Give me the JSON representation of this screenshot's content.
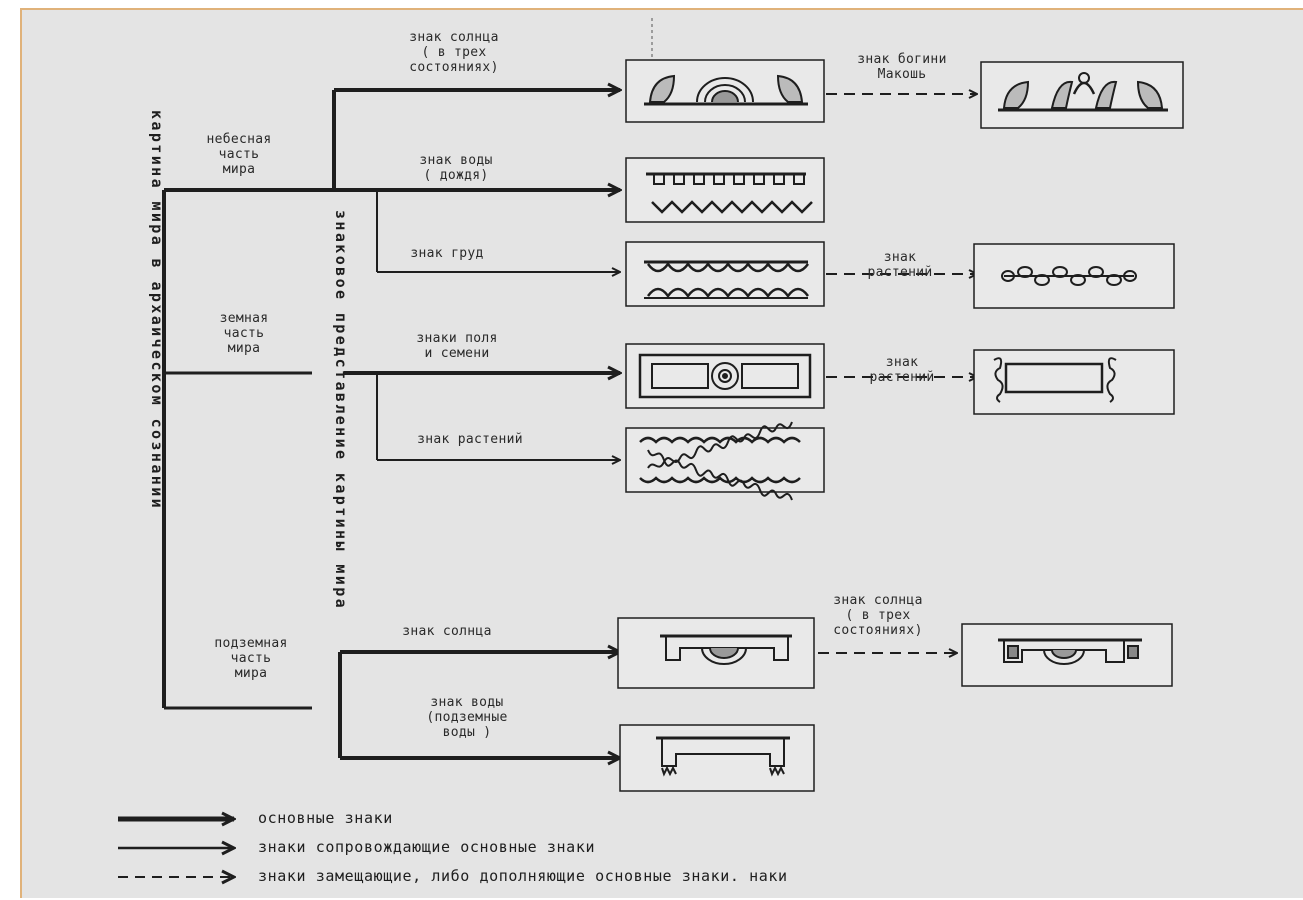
{
  "vertical": {
    "main": "картина мира в архаическом сознании",
    "second": "знаковое представление картины мира"
  },
  "parts": {
    "heaven": "небесная\nчасть\nмира",
    "earth": "земная\nчасть\nмира",
    "under": "подземная\nчасть\nмира"
  },
  "labels": {
    "sun3": "знак солнца\n( в трех\nсостояниях)",
    "water_rain": "знак воды\n( дождя)",
    "mounds": "знак груд",
    "field": "знаки поля\nи семени",
    "plants_a": "знак растений",
    "goddess": "знак богини\nМакошь",
    "plants_b": "знак\nрастений",
    "plants_c": "знак\nрастений",
    "sun_under": "знак солнца",
    "water_under": "знак воды\n(подземные\nводы )",
    "sun3_b": "знак солнца\n( в трех\nсостояниях)"
  },
  "legend": [
    {
      "style": "thick",
      "text": "основные знаки"
    },
    {
      "style": "thin",
      "text": "знаки сопровождающие основные знаки"
    },
    {
      "style": "dashed",
      "text": "знаки замещающие, либо дополняющие основные знаки. наки"
    }
  ],
  "colors": {
    "background": "#e4e4e4",
    "ink": "#1e1e1e",
    "border": "#e0b27a"
  }
}
